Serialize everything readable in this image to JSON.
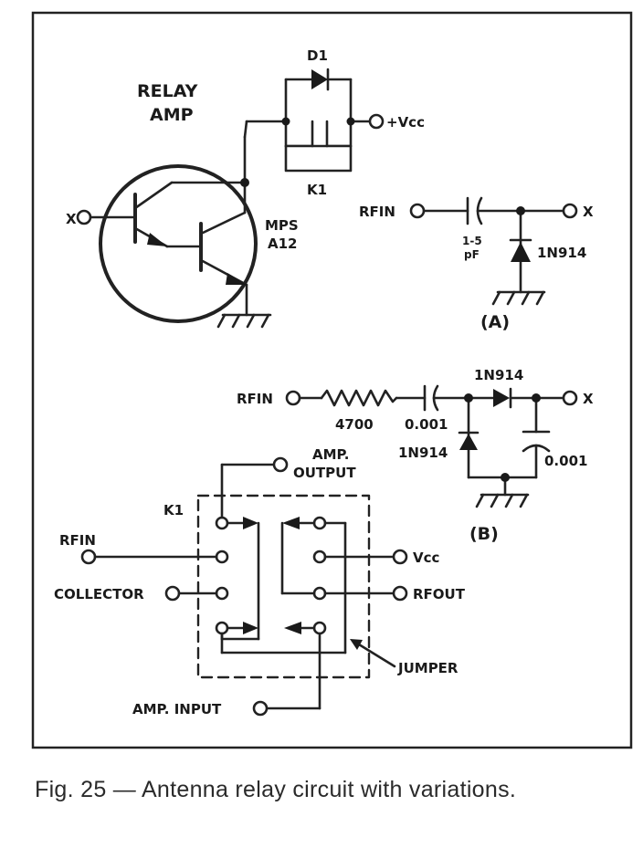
{
  "relay_amp": {
    "title_line1": "RELAY",
    "title_line2": "AMP",
    "transistor_label_line1": "MPS",
    "transistor_label_line2": "A12",
    "input_label": "X",
    "diode_label": "D1",
    "relay_label": "K1",
    "supply_label": "+Vcc"
  },
  "circuit_a": {
    "input_label": "RFIN",
    "output_label": "X",
    "cap_value_line1": "1-5",
    "cap_value_line2": "pF",
    "diode_label": "1N914",
    "variant_label": "(A)"
  },
  "circuit_b": {
    "input_label": "RFIN",
    "output_label": "X",
    "resistor_value": "4700",
    "series_cap_value": "0.001",
    "series_diode_label": "1N914",
    "shunt_diode_label": "1N914",
    "shunt_cap_value": "0.001",
    "variant_label": "(B)"
  },
  "relay_wiring": {
    "relay_label": "K1",
    "amp_output_line1": "AMP.",
    "amp_output_line2": "OUTPUT",
    "rf_in_label": "RFIN",
    "collector_label": "COLLECTOR",
    "vcc_label": "Vcc",
    "rf_out_label": "RFOUT",
    "jumper_label": "JUMPER",
    "amp_input_label": "AMP. INPUT"
  },
  "caption": "Fig. 25 — Antenna relay circuit with variations."
}
